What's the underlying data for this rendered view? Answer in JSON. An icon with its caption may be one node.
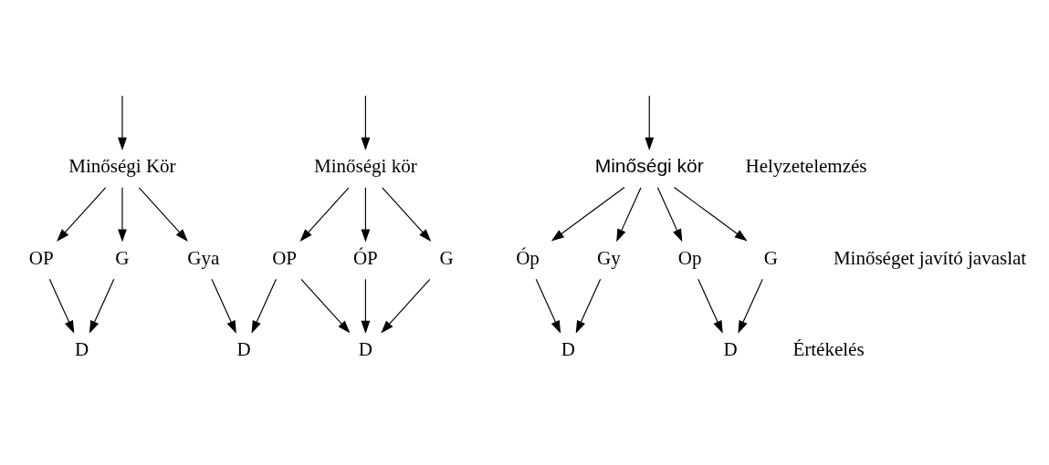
{
  "diagram": {
    "nodes": [
      {
        "text": [
          "Minőségi kör"
        ]
      },
      {
        "text": [
          "Minőségi Kör"
        ]
      },
      {
        "text": [
          "Minőségi kör"
        ]
      },
      {
        "text": [
          "Helyzetelemzés"
        ]
      },
      {
        "text": [
          "ÓP"
        ]
      },
      {
        "text": [
          "G"
        ]
      },
      {
        "text": [
          "OP"
        ]
      },
      {
        "text": [
          "Gya"
        ]
      },
      {
        "text": [
          "OP"
        ]
      },
      {
        "text": [
          "G"
        ]
      },
      {
        "text": [
          "Óp"
        ]
      },
      {
        "text": [
          "Gy"
        ]
      },
      {
        "text": [
          "Op"
        ]
      },
      {
        "text": [
          "G"
        ]
      },
      {
        "text": [
          "Minőséget javító javaslat"
        ]
      },
      {
        "text": [
          "D"
        ]
      },
      {
        "text": [
          "D"
        ]
      },
      {
        "text": [
          "D"
        ]
      },
      {
        "text": [
          "D"
        ]
      },
      {
        "text": [
          "D"
        ]
      },
      {
        "text": [
          "Értékelés"
        ]
      }
    ],
    "edges": [
      {
        "from": null,
        "to": 0,
        "arrow": "to"
      },
      {
        "from": null,
        "to": 1,
        "arrow": "to"
      },
      {
        "from": null,
        "to": 2,
        "arrow": "to"
      },
      {
        "from": 0,
        "to": 4,
        "arrow": "to"
      },
      {
        "from": 0,
        "to": 5,
        "arrow": "to"
      },
      {
        "from": 0,
        "to": 6,
        "arrow": "to"
      },
      {
        "from": 1,
        "to": 7,
        "arrow": "to"
      },
      {
        "from": 1,
        "to": 8,
        "arrow": "to"
      },
      {
        "from": 1,
        "to": 9,
        "arrow": "to"
      },
      {
        "from": 2,
        "to": 10,
        "arrow": "to"
      },
      {
        "from": 2,
        "to": 11,
        "arrow": "to"
      },
      {
        "from": 2,
        "to": 12,
        "arrow": "to"
      },
      {
        "from": 2,
        "to": 13,
        "arrow": "to"
      },
      {
        "from": 4,
        "to": 15,
        "arrow": "to"
      },
      {
        "from": 5,
        "to": 15,
        "arrow": "to"
      },
      {
        "from": 6,
        "to": 15,
        "arrow": "to"
      },
      {
        "from": 6,
        "to": 16,
        "arrow": "to"
      },
      {
        "from": 7,
        "to": 16,
        "arrow": "to"
      },
      {
        "from": 8,
        "to": 17,
        "arrow": "to"
      },
      {
        "from": 9,
        "to": 17,
        "arrow": "to"
      },
      {
        "from": 10,
        "to": 18,
        "arrow": "to"
      },
      {
        "from": 11,
        "to": 18,
        "arrow": "to"
      },
      {
        "from": 12,
        "to": 19,
        "arrow": "to"
      },
      {
        "from": 13,
        "to": 19,
        "arrow": "to"
      }
    ]
  }
}
